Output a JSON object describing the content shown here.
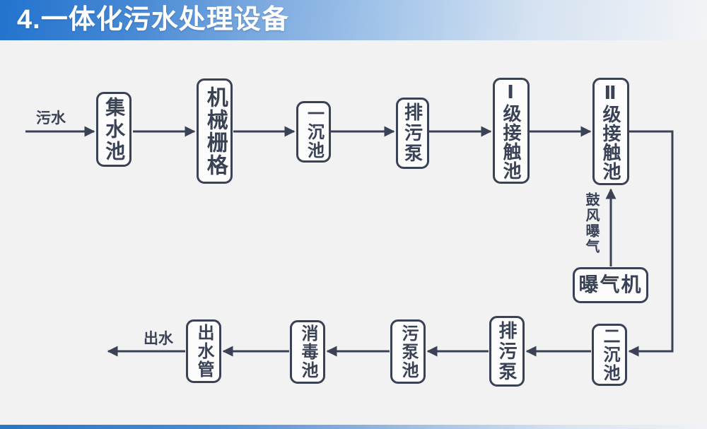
{
  "slide": {
    "title": "4.一体化污水处理设备"
  },
  "colors": {
    "ink": "#3a4256",
    "background": "#f2f2f3",
    "box_fill": "#fcfcfd",
    "header_gradient_start": "#2273ce",
    "header_gradient_end": "#f3f4f6",
    "title_color": "#ffffff",
    "bottom_bar_gradient_start": "#2a75c4"
  },
  "diagram": {
    "type": "flowchart",
    "nodes": [
      {
        "id": "collection-tank",
        "label": "集水池"
      },
      {
        "id": "mechanical-screen",
        "label": "机械栅格"
      },
      {
        "id": "primary-sedimentation-tank",
        "label": "一沉池"
      },
      {
        "id": "sewage-pump-top",
        "label": "排污泵"
      },
      {
        "id": "stage1-contact-tank",
        "label": "Ⅰ级接触池"
      },
      {
        "id": "stage2-contact-tank",
        "label": "Ⅱ级接触池"
      },
      {
        "id": "aerator",
        "label": "曝气机"
      },
      {
        "id": "secondary-sedimentation-tank",
        "label": "二沉池"
      },
      {
        "id": "sewage-pump-bottom",
        "label": "排污泵"
      },
      {
        "id": "sewage-pump-tank",
        "label": "污泵池"
      },
      {
        "id": "disinfection-tank",
        "label": "消毒池"
      },
      {
        "id": "outlet-pipe",
        "label": "出水管"
      }
    ],
    "labels": {
      "inflow": "污水",
      "outflow": "出水",
      "aeration": "鼓风曝气"
    },
    "edges": [
      "污水 → 集水池",
      "集水池 → 机械栅格",
      "机械栅格 → 一沉池",
      "一沉池 → 排污泵",
      "排污泵 → Ⅰ级接触池",
      "Ⅰ级接触池 → Ⅱ级接触池",
      "Ⅱ级接触池 → 二沉池",
      "二沉池 → 排污泵",
      "排污泵 → 污泵池",
      "污泵池 → 消毒池",
      "消毒池 → 出水管",
      "出水管 → 出水",
      "曝气机 → Ⅱ级接触池 (鼓风曝气)"
    ]
  }
}
